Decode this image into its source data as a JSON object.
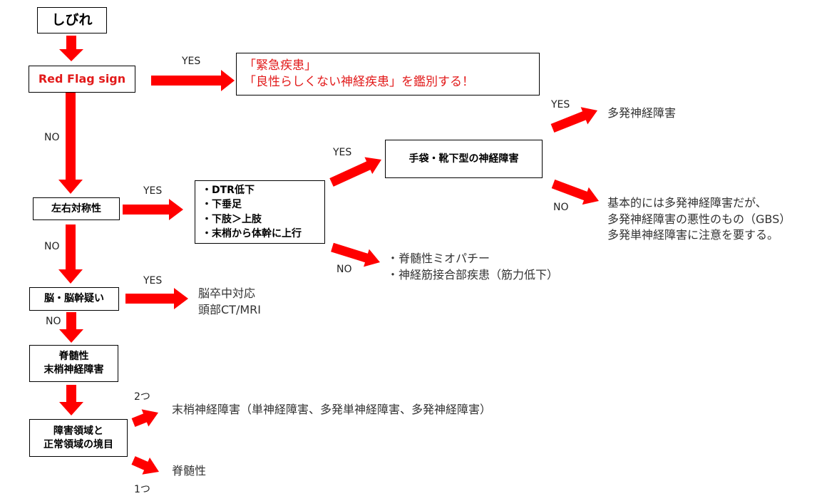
{
  "colors": {
    "arrow": "#ff0000",
    "warning_text": "#e21a1a",
    "border": "#000000"
  },
  "nodes": {
    "start": "しびれ",
    "red_flag": "Red Flag sign",
    "warning": [
      "「緊急疾患」",
      "「良性らしくない神経疾患」を鑑別する！"
    ],
    "symmetry": "左右対称性",
    "features": [
      "・DTR低下",
      "・下垂足",
      "・下肢＞上肢",
      "・末梢から体幹に上行"
    ],
    "glove_stocking": "手袋・靴下型の神経障害",
    "polyneuropathy": "多発神経障害",
    "polyneuropathy_note": [
      "基本的には多発神経障害だが、",
      "多発神経障害の悪性のもの（GBS）",
      "多発単神経障害に注意を要する。"
    ],
    "spinal_list": [
      "・脊髄性ミオパチー",
      "・神経筋接合部疾患（筋力低下）"
    ],
    "brain": "脳・脳幹疑い",
    "stroke": [
      "脳卒中対応",
      "頭部CT/MRI"
    ],
    "spinal_peripheral": [
      "脊髄性",
      "末梢神経障害"
    ],
    "boundary": [
      "障害領域と",
      "正常領域の境目"
    ],
    "peripheral_result": "末梢神経障害（単神経障害、多発単神経障害、多発神経障害）",
    "spinal_result": "脊髄性"
  },
  "labels": {
    "yes_red_flag": "YES",
    "no_red_flag": "NO",
    "yes_symmetry": "YES",
    "no_symmetry": "NO",
    "yes_features": "YES",
    "no_features": "NO",
    "yes_glove": "YES",
    "no_glove": "NO",
    "yes_brain": "YES",
    "no_brain": "NO",
    "two": "2つ",
    "one": "1つ"
  }
}
